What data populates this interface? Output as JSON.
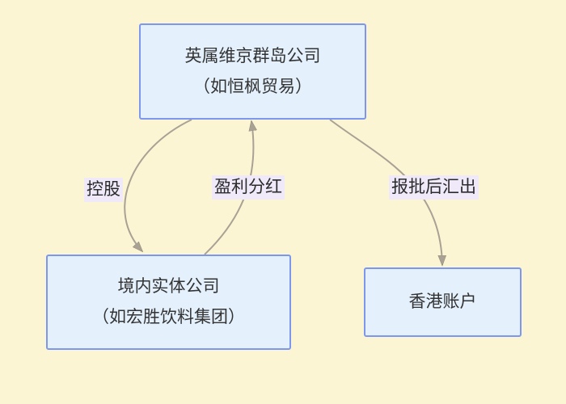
{
  "diagram": {
    "background_color": "#FCF5D4",
    "node_fill_color": "#E4F1FD",
    "node_border_color": "#7D97EE",
    "edge_color": "#A9A294",
    "edge_label_bg_color": "#EFE9F9",
    "text_color": "#333333",
    "nodes": {
      "bvi": {
        "line1": "英属维京群岛公司",
        "line2": "（如恒枫贸易）"
      },
      "domestic": {
        "line1": "境内实体公司",
        "line2": "（如宏胜饮料集团）"
      },
      "hk": {
        "line1": "香港账户"
      }
    },
    "edges": {
      "holding": {
        "label": "控股",
        "from": "bvi",
        "to": "domestic"
      },
      "dividend": {
        "label": "盈利分红",
        "from": "domestic",
        "to": "bvi"
      },
      "remit": {
        "label": "报批后汇出",
        "from": "bvi",
        "to": "hk"
      }
    }
  }
}
